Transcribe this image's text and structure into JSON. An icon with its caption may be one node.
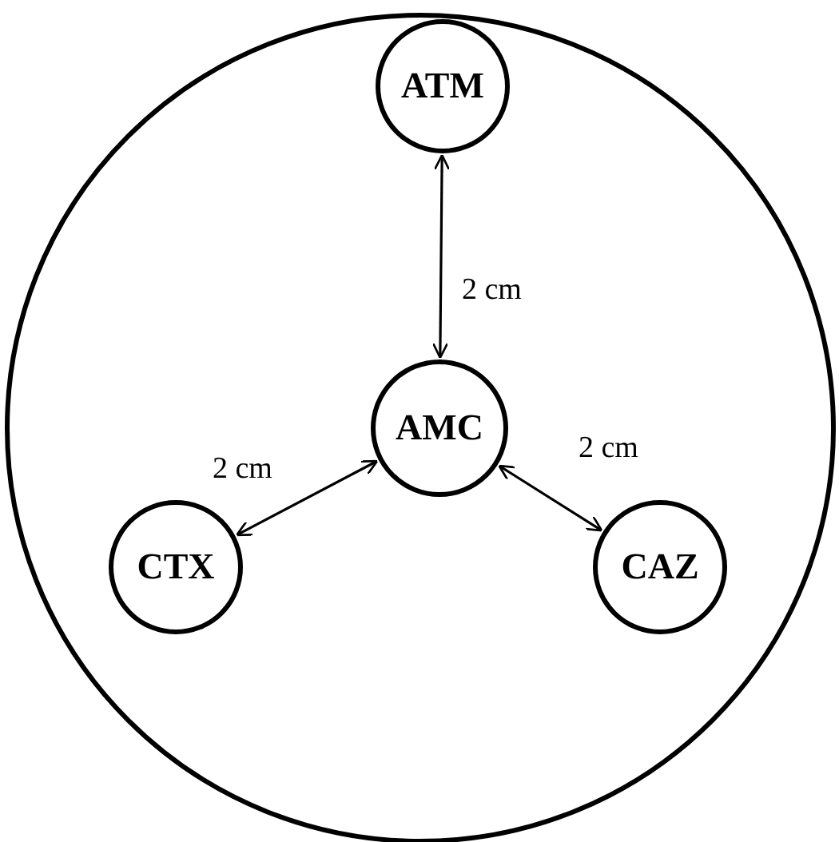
{
  "diagram": {
    "nodes": [
      {
        "text": [],
        "shape": "circle"
      },
      {
        "text": [
          "ATM"
        ],
        "in": 0
      },
      {
        "text": [
          "AMC"
        ],
        "in": 0
      },
      {
        "text": [
          "CTX"
        ],
        "in": 0
      },
      {
        "text": [
          "CAZ"
        ],
        "in": 0
      }
    ],
    "edges": [
      {
        "from": 1,
        "to": 2,
        "arrow": "both",
        "label": "2 cm"
      },
      {
        "from": 2,
        "to": 3,
        "arrow": "both",
        "label": "2 cm"
      },
      {
        "from": 2,
        "to": 4,
        "arrow": "both",
        "label": "2 cm"
      }
    ]
  }
}
